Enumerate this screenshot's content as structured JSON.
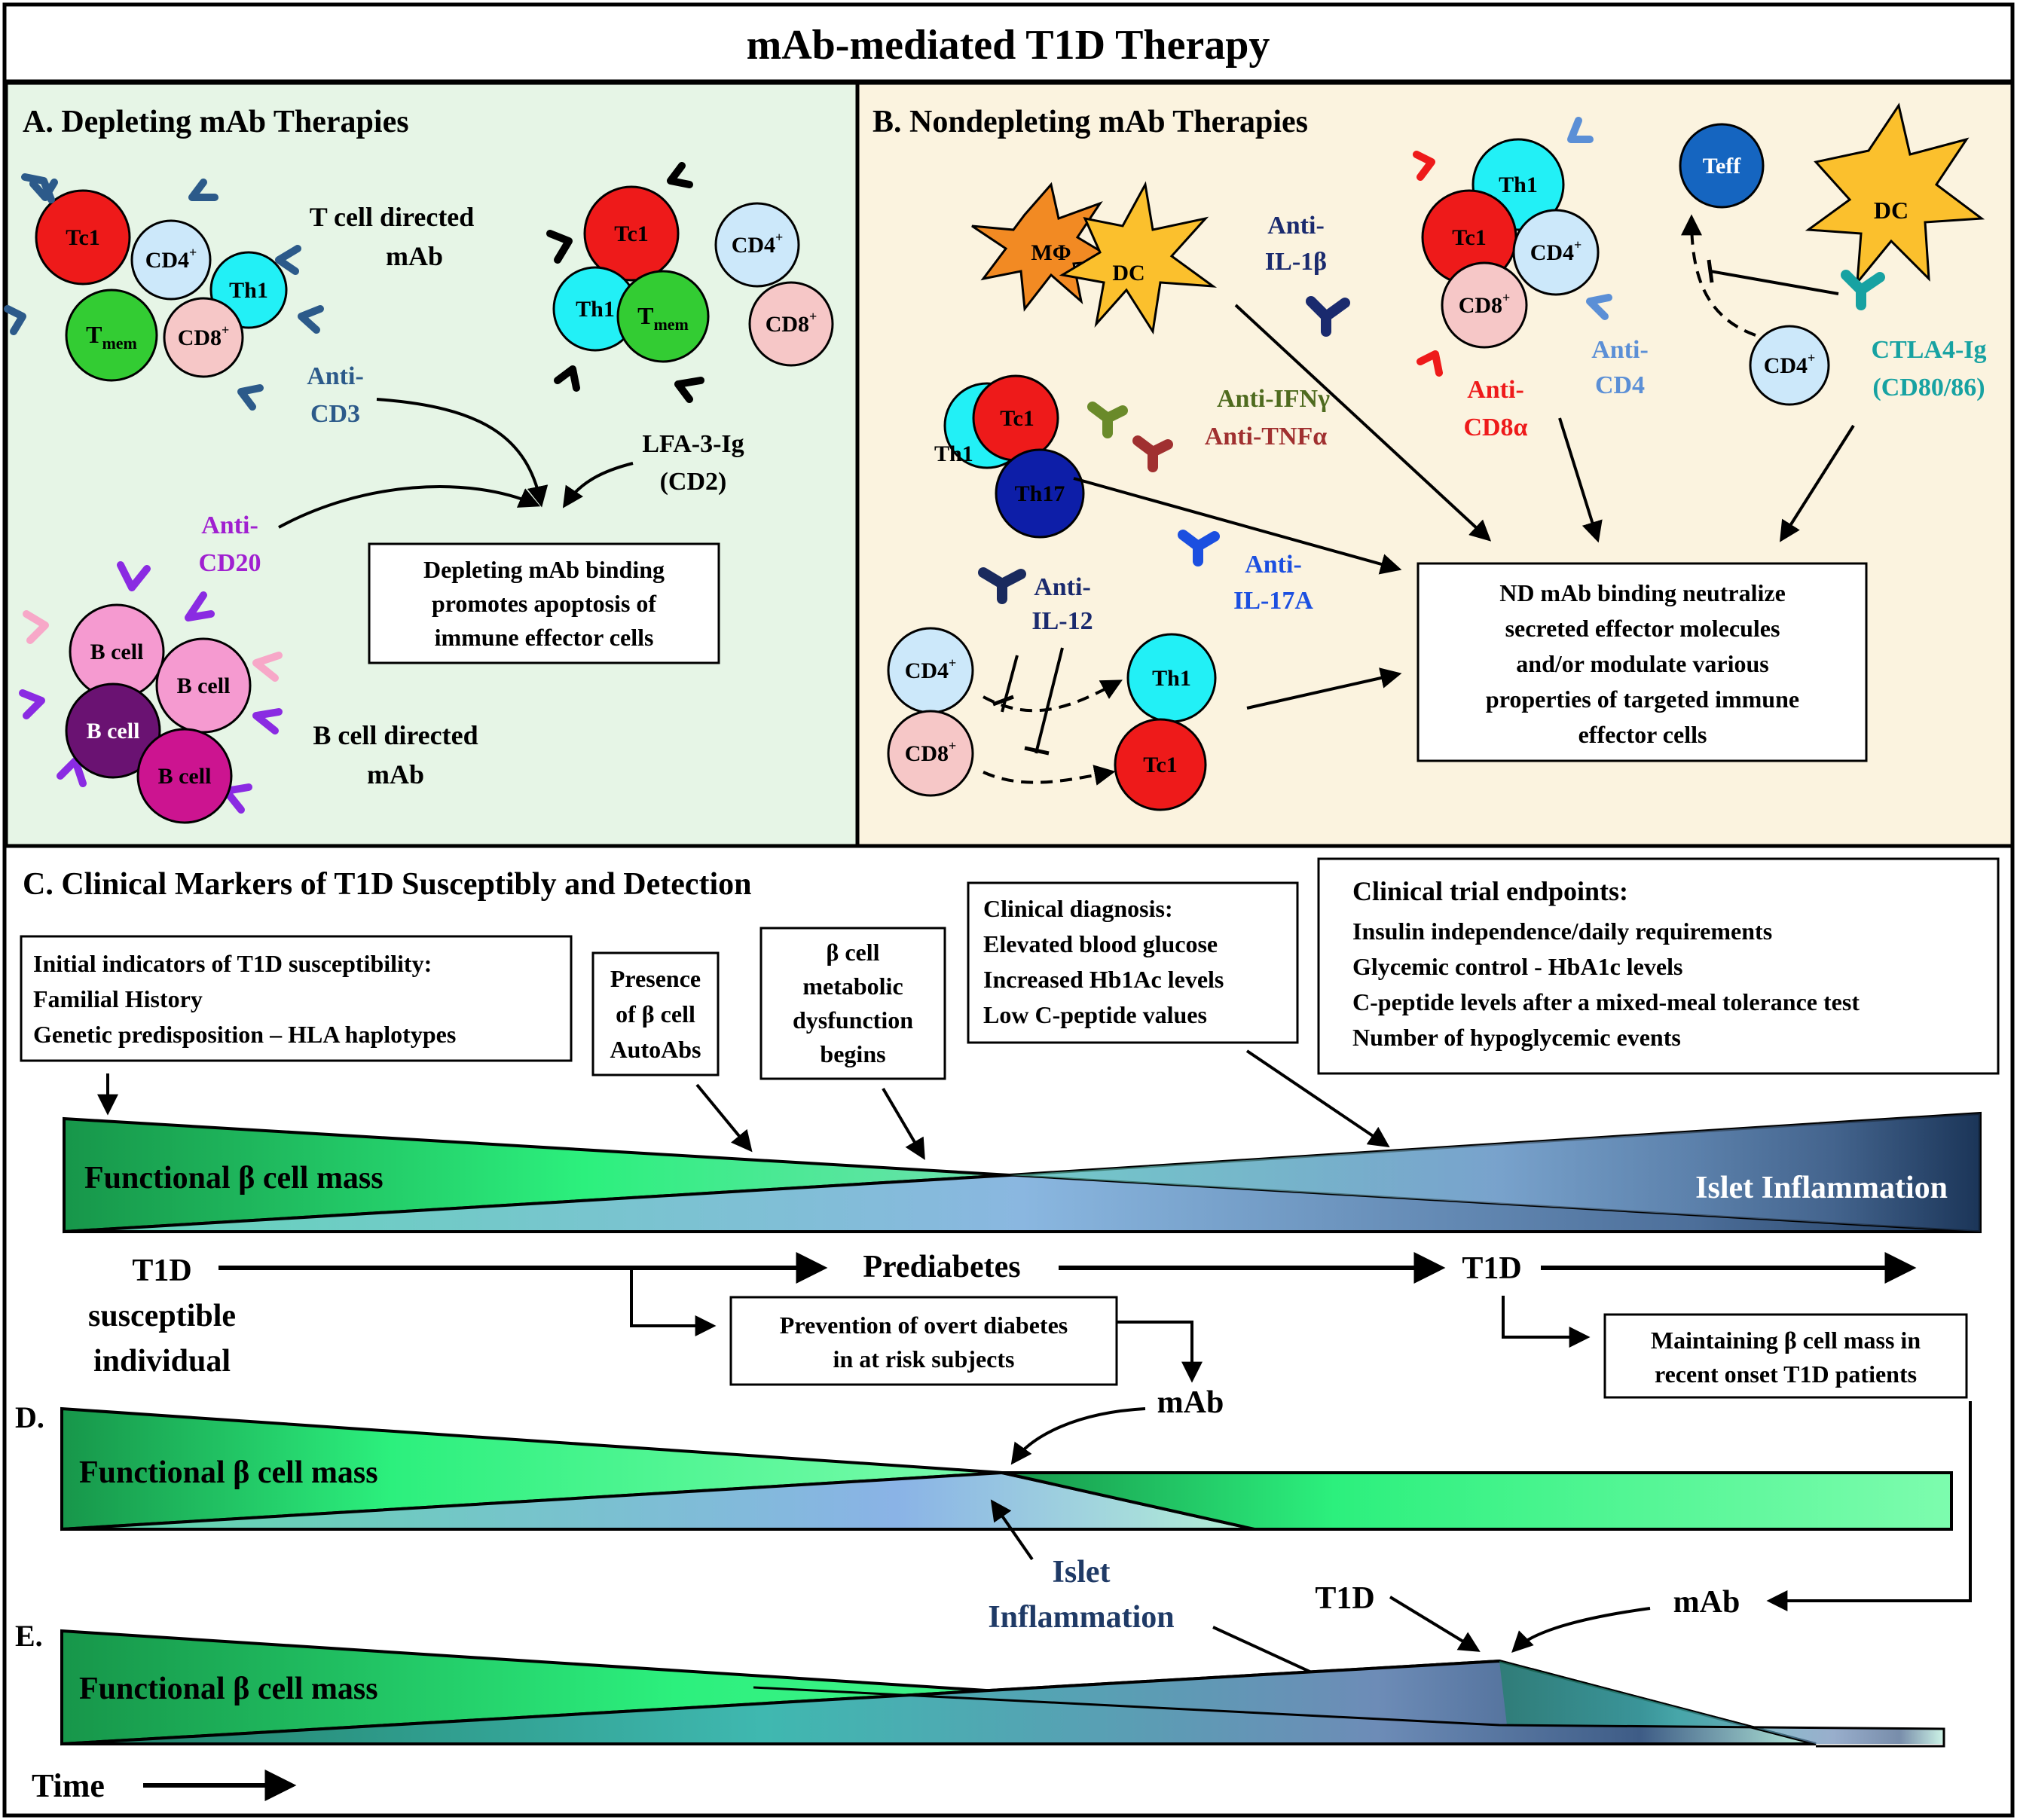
{
  "title": "mAb-mediated T1D Therapy",
  "panelA": {
    "heading": "A. Depleting mAb Therapies",
    "t_directed_1": "T cell directed",
    "t_directed_2": "mAb",
    "b_directed_1": "B cell directed",
    "b_directed_2": "mAb",
    "anti_cd3_1": "Anti-",
    "anti_cd3_2": "CD3",
    "lfa_1": "LFA-3-Ig",
    "lfa_2": "(CD2)",
    "anti_cd20_1": "Anti-",
    "anti_cd20_2": "CD20",
    "box_1": "Depleting mAb binding",
    "box_2": "promotes apoptosis of",
    "box_3": "immune effector cells",
    "tc1": "Tc1",
    "th1": "Th1",
    "cd4": "CD4",
    "cd8": "CD8",
    "sup_plus": "+",
    "tmem_main": "T",
    "tmem_sub": "mem",
    "bcell": "B cell"
  },
  "panelB": {
    "heading": "B. Nondepleting mAb Therapies",
    "mphi": "MΦ",
    "dc": "DC",
    "teff": "Teff",
    "th17": "Th17",
    "anti_il1b_1": "Anti-",
    "anti_il1b_2": "IL-1β",
    "anti_ifng": "Anti-IFNγ",
    "anti_tnfa": "Anti-TNFα",
    "anti_il17_1": "Anti-",
    "anti_il17_2": "IL-17A",
    "anti_il12_1": "Anti-",
    "anti_il12_2": "IL-12",
    "anti_cd8a_1": "Anti-",
    "anti_cd8a_2": "CD8α",
    "anti_cd4_1": "Anti-",
    "anti_cd4_2": "CD4",
    "ctla4_1": "CTLA4-Ig",
    "ctla4_2": "(CD80/86)",
    "box_1": "ND mAb binding neutralize",
    "box_2": "secreted effector molecules",
    "box_3": "and/or modulate various",
    "box_4": "properties of targeted immune",
    "box_5": "effector cells"
  },
  "panelC": {
    "heading": "C. Clinical Markers of T1D Susceptibly and Detection",
    "initial": [
      "Initial indicators of T1D susceptibility:",
      "Familial History",
      "Genetic predisposition – HLA haplotypes"
    ],
    "autoabs": [
      "Presence",
      "of β cell",
      "AutoAbs"
    ],
    "metabolic": [
      "β cell",
      "metabolic",
      "dysfunction",
      "begins"
    ],
    "diagnosis": [
      "Clinical diagnosis:",
      "Elevated blood glucose",
      "Increased Hb1Ac levels",
      "Low C-peptide values"
    ],
    "endpoints": [
      "Clinical trial endpoints:",
      "Insulin independence/daily requirements",
      "Glycemic control - HbA1c levels",
      "C-peptide levels after  a mixed-meal tolerance test",
      "Number of hypoglycemic events"
    ],
    "beta_mass": "Functional β cell mass",
    "islet": "Islet Inflammation",
    "t1d_susc": [
      "T1D",
      "susceptible",
      "individual"
    ],
    "prediabetes": "Prediabetes",
    "t1d": "T1D",
    "prevention": [
      "Prevention of overt diabetes",
      "in at risk subjects"
    ],
    "maintaining": [
      "Maintaining β cell mass in",
      "recent onset T1D patients"
    ]
  },
  "panelD": {
    "label": "D.",
    "beta_mass": "Functional β cell mass",
    "mab": "mAb",
    "islet": [
      "Islet",
      "Inflammation"
    ]
  },
  "panelE": {
    "label": "E.",
    "beta_mass": "Functional β cell mass",
    "t1d": "T1D",
    "mab": "mAb",
    "time": "Time"
  }
}
